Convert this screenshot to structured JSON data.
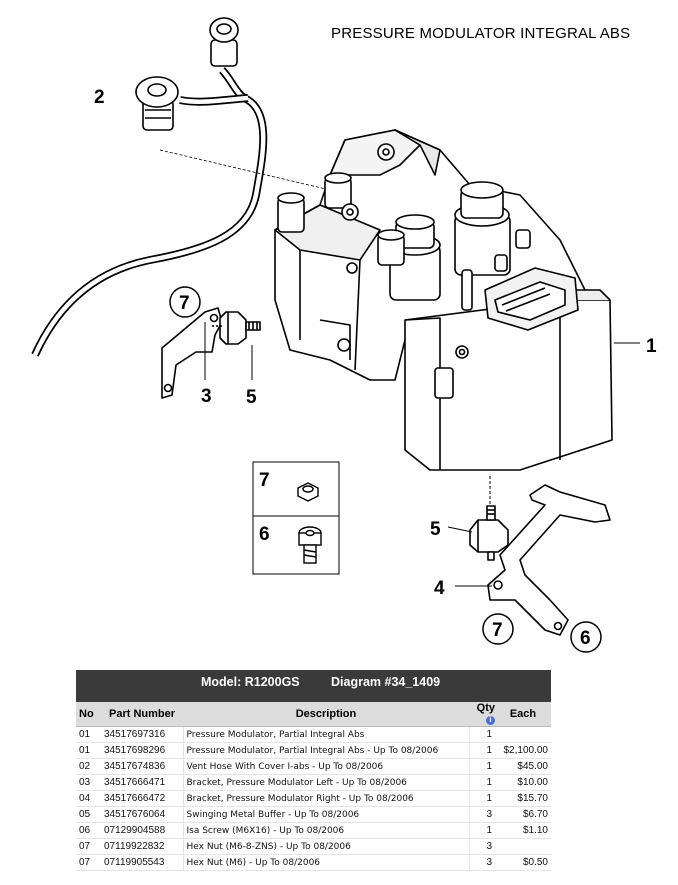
{
  "diagram": {
    "title": "PRESSURE MODULATOR INTEGRAL ABS",
    "callouts": {
      "c1": "1",
      "c2": "2",
      "c3": "3",
      "c4": "4",
      "c5a": "5",
      "c5b": "5",
      "c6a": "6",
      "c6b": "6",
      "c7a": "7",
      "c7b": "7",
      "c7c": "7"
    }
  },
  "table": {
    "model_label": "Model: R1200GS",
    "diagram_label": "Diagram #34_1409",
    "columns": {
      "no": "No",
      "part_number": "Part Number",
      "description": "Description",
      "qty": "Qty",
      "each": "Each"
    },
    "rows": [
      {
        "no": "01",
        "part_number": "34517697316",
        "description": "Pressure Modulator, Partial Integral Abs",
        "qty": "1",
        "each": ""
      },
      {
        "no": "01",
        "part_number": "34517698296",
        "description": "Pressure Modulator, Partial Integral Abs - Up To 08/2006",
        "qty": "1",
        "each": "$2,100.00"
      },
      {
        "no": "02",
        "part_number": "34517674836",
        "description": "Vent Hose With Cover I-abs - Up To 08/2006",
        "qty": "1",
        "each": "$45.00"
      },
      {
        "no": "03",
        "part_number": "34517666471",
        "description": "Bracket, Pressure Modulator Left - Up To 08/2006",
        "qty": "1",
        "each": "$10.00"
      },
      {
        "no": "04",
        "part_number": "34517666472",
        "description": "Bracket, Pressure Modulator Right - Up To 08/2006",
        "qty": "1",
        "each": "$15.70"
      },
      {
        "no": "05",
        "part_number": "34517676064",
        "description": "Swinging Metal Buffer - Up To 08/2006",
        "qty": "3",
        "each": "$6.70"
      },
      {
        "no": "06",
        "part_number": "07129904588",
        "description": "Isa Screw  (M6X16) - Up To 08/2006",
        "qty": "1",
        "each": "$1.10"
      },
      {
        "no": "07",
        "part_number": "07119922832",
        "description": "Hex Nut  (M6-8-ZNS) - Up To 08/2006",
        "qty": "3",
        "each": ""
      },
      {
        "no": "07",
        "part_number": "07119905543",
        "description": "Hex Nut  (M6) - Up To 08/2006",
        "qty": "3",
        "each": "$0.50"
      }
    ]
  },
  "icons": {
    "qty_info": "info-icon"
  }
}
